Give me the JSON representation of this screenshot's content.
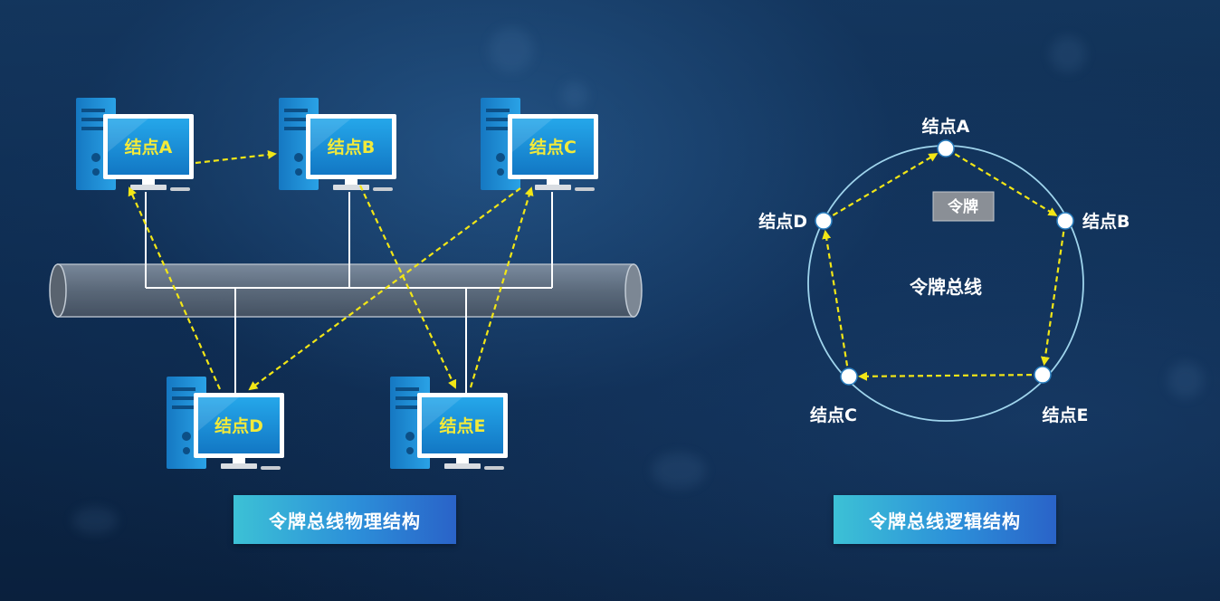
{
  "physical": {
    "nodes": [
      {
        "id": "A",
        "label": "结点A"
      },
      {
        "id": "B",
        "label": "结点B"
      },
      {
        "id": "C",
        "label": "结点C"
      },
      {
        "id": "D",
        "label": "结点D"
      },
      {
        "id": "E",
        "label": "结点E"
      }
    ],
    "token_path": [
      "A",
      "B",
      "E",
      "C",
      "D",
      "A"
    ],
    "caption": "令牌总线物理结构"
  },
  "logical": {
    "nodes": [
      {
        "id": "A",
        "label": "结点A"
      },
      {
        "id": "B",
        "label": "结点B"
      },
      {
        "id": "E",
        "label": "结点E"
      },
      {
        "id": "C",
        "label": "结点C"
      },
      {
        "id": "D",
        "label": "结点D"
      }
    ],
    "token_label": "令牌",
    "bus_label": "令牌总线",
    "caption": "令牌总线逻辑结构"
  },
  "colors": {
    "arrow": "#f2e616",
    "screen_label": "#f2ea3a",
    "computer_body": "#1a86cf",
    "bus_tube": "#6e7b8a",
    "ring": "#9fd4ec"
  }
}
